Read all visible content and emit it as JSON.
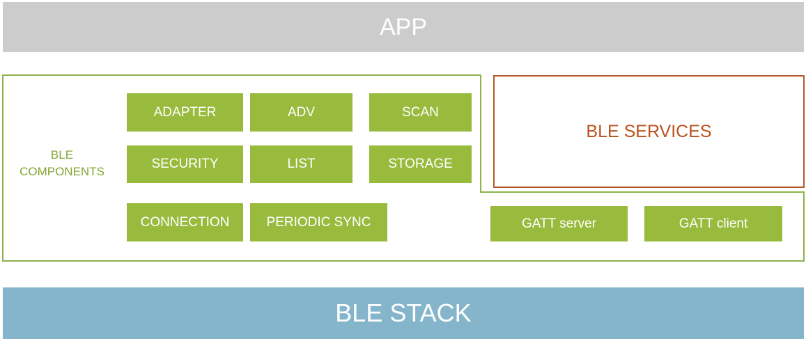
{
  "app": {
    "label": "APP"
  },
  "ble_components": {
    "label_line1": "BLE",
    "label_line2": "COMPONENTS",
    "items": [
      {
        "label": "ADAPTER"
      },
      {
        "label": "ADV"
      },
      {
        "label": "SCAN"
      },
      {
        "label": "SECURITY"
      },
      {
        "label": "LIST"
      },
      {
        "label": "STORAGE"
      },
      {
        "label": "CONNECTION"
      },
      {
        "label": "PERIODIC SYNC"
      },
      {
        "label": "GATT server"
      },
      {
        "label": "GATT client"
      }
    ]
  },
  "ble_services": {
    "label": "BLE SERVICES"
  },
  "ble_stack": {
    "label": "BLE STACK"
  },
  "colors": {
    "app_bg": "#cccccc",
    "stack_bg": "#85b5cb",
    "component_green": "#99bb3d",
    "outline_green": "#8fb04a",
    "services_border": "#b35a2c",
    "services_text": "#b8521e"
  }
}
